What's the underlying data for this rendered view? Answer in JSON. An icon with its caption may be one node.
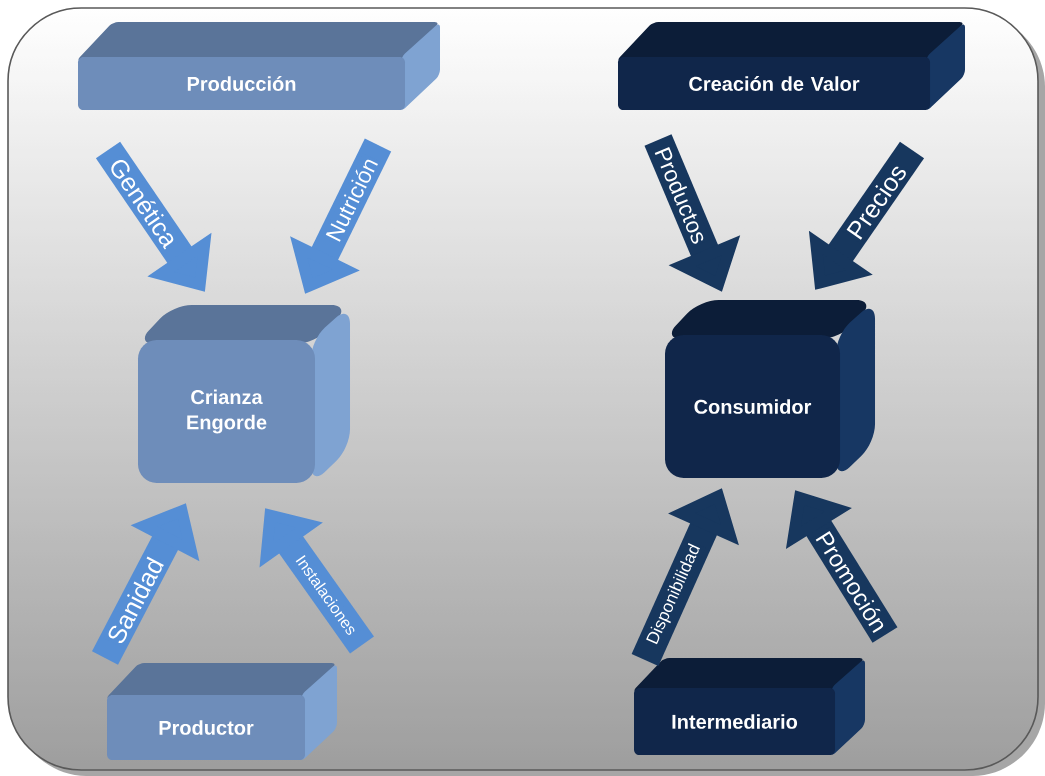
{
  "diagram": {
    "nodes": [
      {
        "text": [
          "Producción"
        ]
      },
      {
        "text": [
          "Crianza Engorde"
        ]
      },
      {
        "text": [
          "Productor"
        ]
      },
      {
        "text": [
          "Creación de Valor"
        ]
      },
      {
        "text": [
          "Consumidor"
        ]
      },
      {
        "text": [
          "Intermediario"
        ]
      }
    ],
    "edges": [
      {
        "from": 0,
        "to": 1,
        "arrow": "to",
        "label": "Genética",
        "color": "#558ed5"
      },
      {
        "from": 0,
        "to": 1,
        "arrow": "to",
        "label": "Nutrición",
        "color": "#558ed5"
      },
      {
        "from": 2,
        "to": 1,
        "arrow": "to",
        "label": "Sanidad",
        "color": "#558ed5"
      },
      {
        "from": 2,
        "to": 1,
        "arrow": "to",
        "label": "Instalaciones",
        "color": "#558ed5"
      },
      {
        "from": 3,
        "to": 4,
        "arrow": "to",
        "label": "Productos",
        "color": "#17375e"
      },
      {
        "from": 3,
        "to": 4,
        "arrow": "to",
        "label": "Precios",
        "color": "#17375e"
      },
      {
        "from": 5,
        "to": 4,
        "arrow": "to",
        "label": "Disponibilidad",
        "color": "#17375e"
      },
      {
        "from": 5,
        "to": 4,
        "arrow": "to",
        "label": "Promoción",
        "color": "#17375e"
      }
    ]
  }
}
